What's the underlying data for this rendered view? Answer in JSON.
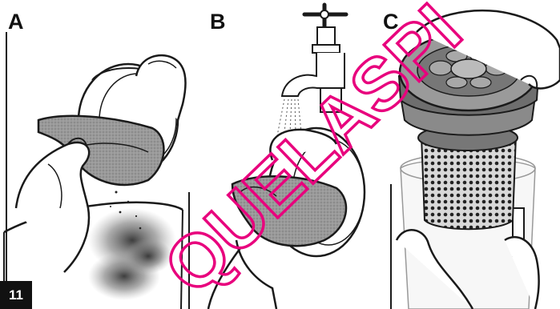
{
  "panels": [
    {
      "label": "A"
    },
    {
      "label": "B"
    },
    {
      "label": "C"
    }
  ],
  "page_number": "11",
  "watermark": {
    "text": "QUELASPI",
    "color": "#e8007d"
  },
  "colors": {
    "felt": "#8c8c8c",
    "outline": "#1a1a1a",
    "background": "#ffffff"
  }
}
